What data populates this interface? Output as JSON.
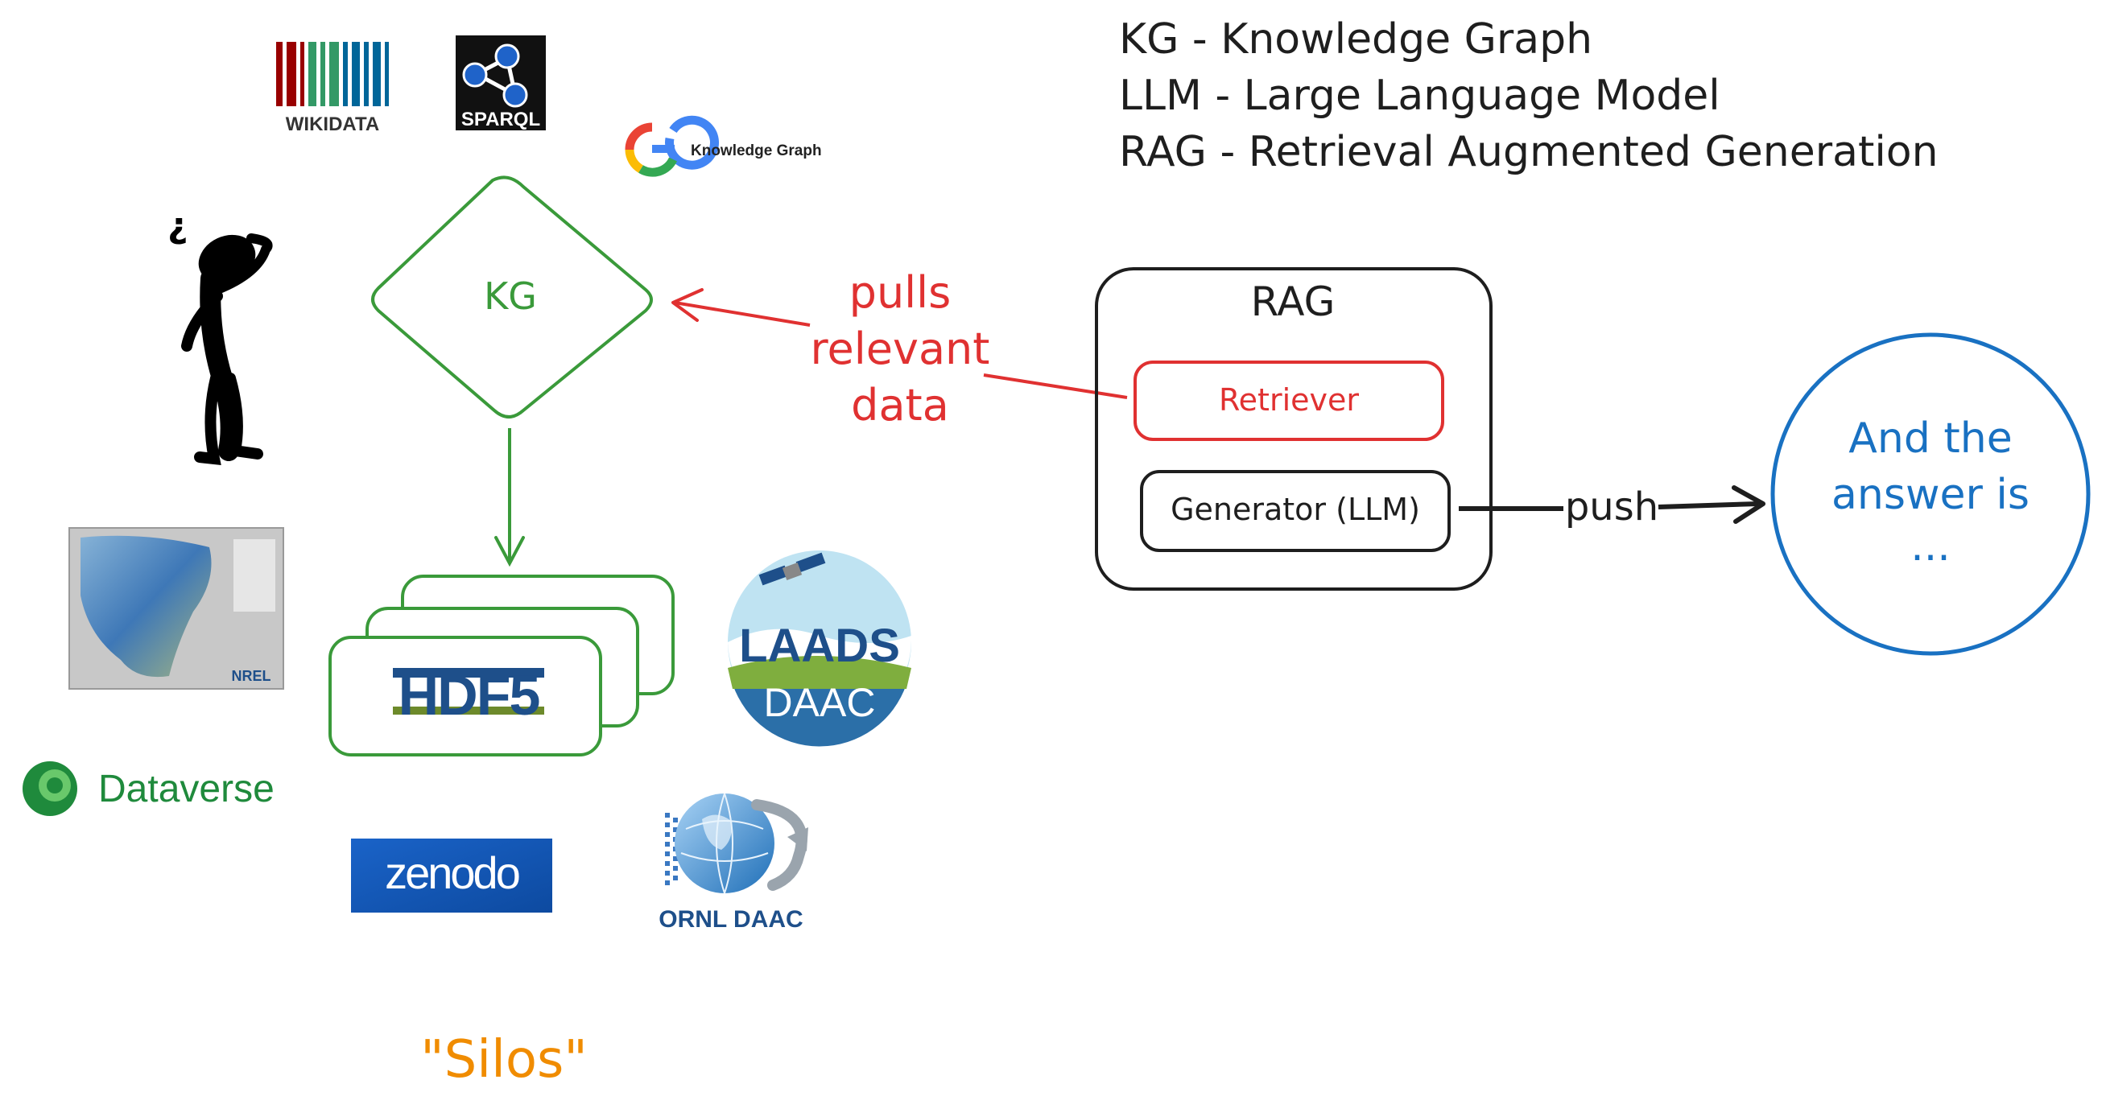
{
  "legend": {
    "kg": "KG - Knowledge Graph",
    "llm": "LLM - Large Language Model",
    "rag": "RAG - Retrieval Augmented Generation"
  },
  "kg_node": {
    "label": "KG"
  },
  "rag_box": {
    "title": "RAG",
    "retriever": "Retriever",
    "generator": "Generator (LLM)"
  },
  "pull_label": [
    "pulls",
    "relevant",
    "data"
  ],
  "push_label": "push",
  "answer": [
    "And the",
    "answer is",
    "..."
  ],
  "silos_label": "\"Silos\"",
  "logos": {
    "wikidata": "WIKIDATA",
    "sparql": "SPARQL",
    "google_kg": "Knowledge Graph",
    "google_g": "G",
    "hdf5": "HDF5",
    "laads_top": "LAADS",
    "laads_bottom": "DAAC",
    "nrel": "NREL",
    "dataverse": "Dataverse",
    "zenodo": "zenodo",
    "ornl": "ORNL DAAC"
  },
  "colors": {
    "green": "#3a9a3a",
    "red": "#e03131",
    "blue": "#1971c2",
    "orange": "#f08c00",
    "black": "#1e1e1e"
  }
}
